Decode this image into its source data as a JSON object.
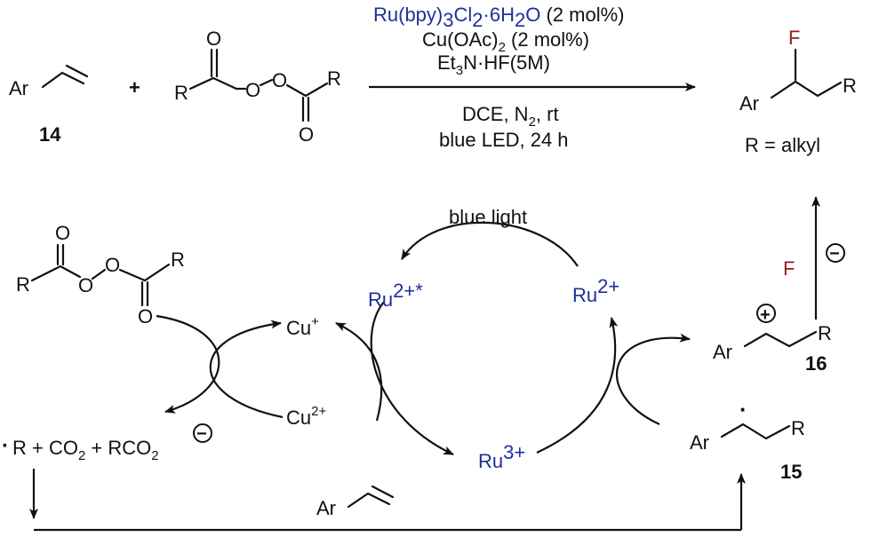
{
  "colors": {
    "ink": "#111111",
    "blue": "#1f2f9a",
    "red": "#9a1a1a"
  },
  "reaction": {
    "styrene_ar": "Ar",
    "styrene_label": "14",
    "plus": "+",
    "perester_r1": "R",
    "perester_r2": "R",
    "perester_o": "O",
    "conditions": {
      "ru_a": "Ru(bpy)",
      "ru_sub1": "3",
      "ru_b": "Cl",
      "ru_sub2": "2",
      "ru_c": "·6H",
      "ru_sub3": "2",
      "ru_d": "O",
      "ru_tail": " (2 mol%)",
      "cu_a": "Cu(OAc)",
      "cu_sub": "2",
      "cu_b": " (2 mol%)",
      "et_a": "Et",
      "et_sub": "3",
      "et_b": "N·HF(5M)",
      "solv_a": "DCE, N",
      "solv_sub": "2",
      "solv_b": ", rt",
      "light": "blue LED, 24 h"
    },
    "product": {
      "f": "F",
      "ar": "Ar",
      "r": "R",
      "note": "R = alkyl"
    }
  },
  "mechanism": {
    "perester": {
      "r1": "R",
      "r2": "R",
      "o": "O"
    },
    "cu_plus": "Cu",
    "cu_plus_sup": "+",
    "cu_2plus": "Cu",
    "cu_2plus_sup": "2+",
    "ru_star": "Ru",
    "ru_star_sup": "2+*",
    "ru_2plus": "Ru",
    "ru_2plus_sup": "2+",
    "ru_3plus": "Ru",
    "ru_3plus_sup": "3+",
    "blue_light": "blue light",
    "fluoride": "F",
    "minus": "−",
    "byproducts": {
      "dot": "·",
      "a": "R + CO",
      "sub1": "2",
      "b": " + RCO",
      "sub2": "2"
    },
    "cation": {
      "ar": "Ar",
      "r": "R",
      "plus": "+",
      "label": "16"
    },
    "radical": {
      "ar": "Ar",
      "r": "R",
      "dot": "·",
      "label": "15"
    },
    "alkene": {
      "ar": "Ar"
    }
  }
}
